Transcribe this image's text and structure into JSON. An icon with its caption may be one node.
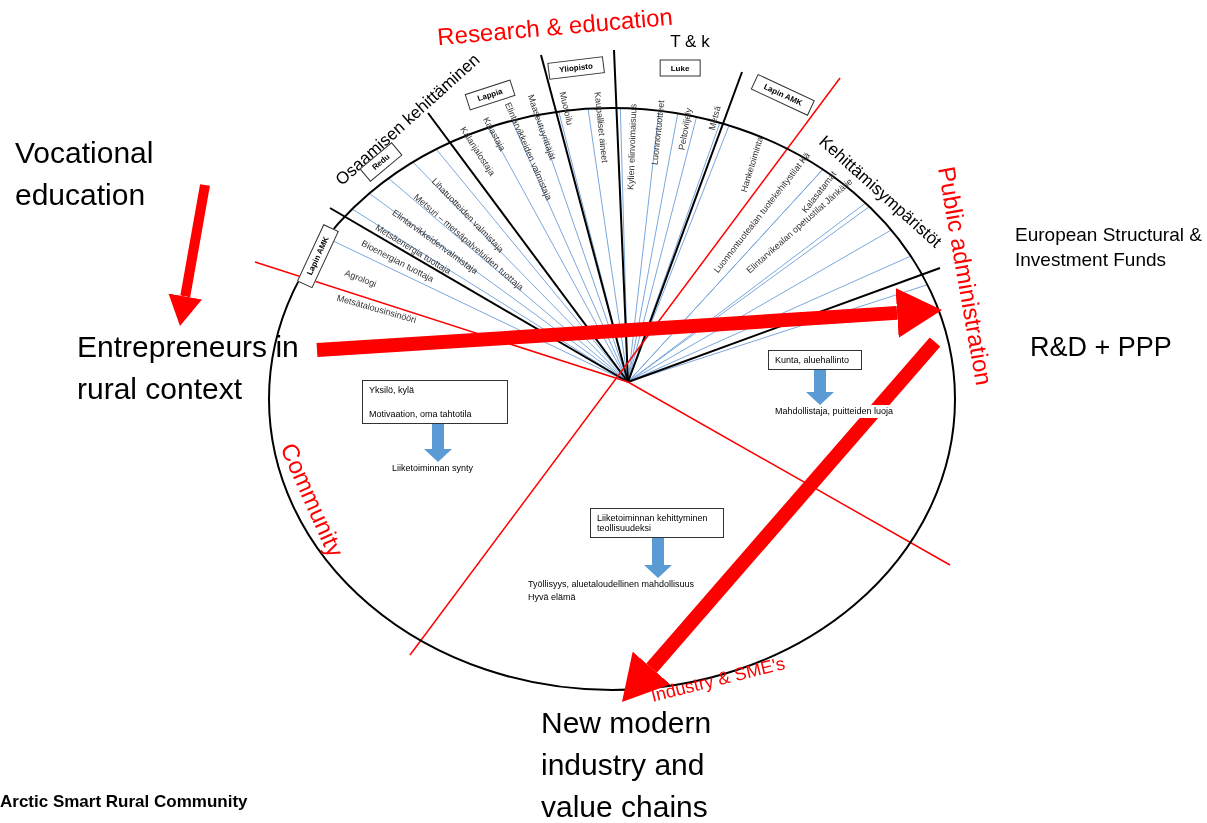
{
  "diagram": {
    "caption": "Arctic Smart Rural Community",
    "nodes": [
      {
        "text": [
          "Vocational education"
        ]
      },
      {
        "text": [
          "Entrepreneurs in rural context"
        ]
      },
      {
        "text": [
          "New modern industry and value chains"
        ]
      },
      {
        "text": [
          "Lapin AMK"
        ]
      },
      {
        "text": [
          "Redu"
        ]
      },
      {
        "text": [
          "Lappia"
        ]
      },
      {
        "text": [
          "Yliopisto"
        ]
      },
      {
        "text": [
          "Luke"
        ]
      },
      {
        "text": [
          "Lapin AMK"
        ]
      },
      {
        "text": [
          "Yksilö, kylä",
          "Motivaation, oma tahtotila"
        ]
      },
      {
        "text": [
          "Liiketoiminnan synty"
        ]
      },
      {
        "text": [
          "Kunta, aluehallinto"
        ]
      },
      {
        "text": [
          "Mahdollistaja, puitteiden luoja"
        ]
      },
      {
        "text": [
          "Liiketoiminnan kehittyminen teollisuudeksi"
        ]
      },
      {
        "text": [
          "Työllisyys, aluetaloudellinen mahdollisuus",
          "Hyvä elämä"
        ]
      },
      {
        "text": [
          "Public administration"
        ]
      }
    ],
    "edges": [
      {
        "from": 0,
        "to": 1,
        "arrow": "to"
      },
      {
        "from": 1,
        "to": 15,
        "arrow": "to"
      },
      {
        "from": 15,
        "to": 2,
        "arrow": "to"
      },
      {
        "from": 9,
        "to": 10,
        "arrow": "to",
        "color": "#5b9bd5"
      },
      {
        "from": 11,
        "to": 12,
        "arrow": "to",
        "color": "#5b9bd5"
      },
      {
        "from": 13,
        "to": 14,
        "arrow": "to",
        "color": "#5b9bd5"
      }
    ],
    "labels": [
      "Research & education",
      "T & k",
      "Osaamisen kehittäminen",
      "Kehittämisympäristöt",
      "European Structural & Investment Funds",
      "R&D + PPP",
      "Community",
      "Industry & SME's",
      "Metsätalousinsinööri",
      "Agrologi",
      "Bioenergian tuottaja",
      "Metsäenergia tuottaja",
      "Elintarvikkeidenvalmistaja",
      "Metsuri – metsäpalveluiden tuottaja",
      "Lihatuotteiden valmistaja",
      "Kalanjalostaja",
      "Kalastaja",
      "Elintarvikkeiden valmistaja",
      "Maaseutuyrittäjät",
      "Muotoilu",
      "Kaupalliset aineet",
      "Kylien elinvoimaisuus",
      "Luonnontuotteet",
      "Peltoviljely",
      "Metsä",
      "Hanketoiminta",
      "Luonnontuotealan tuotekehitystilat Kä",
      "Kalasatamat",
      "Elintarvikealan opetustilat Jänkätie"
    ]
  }
}
